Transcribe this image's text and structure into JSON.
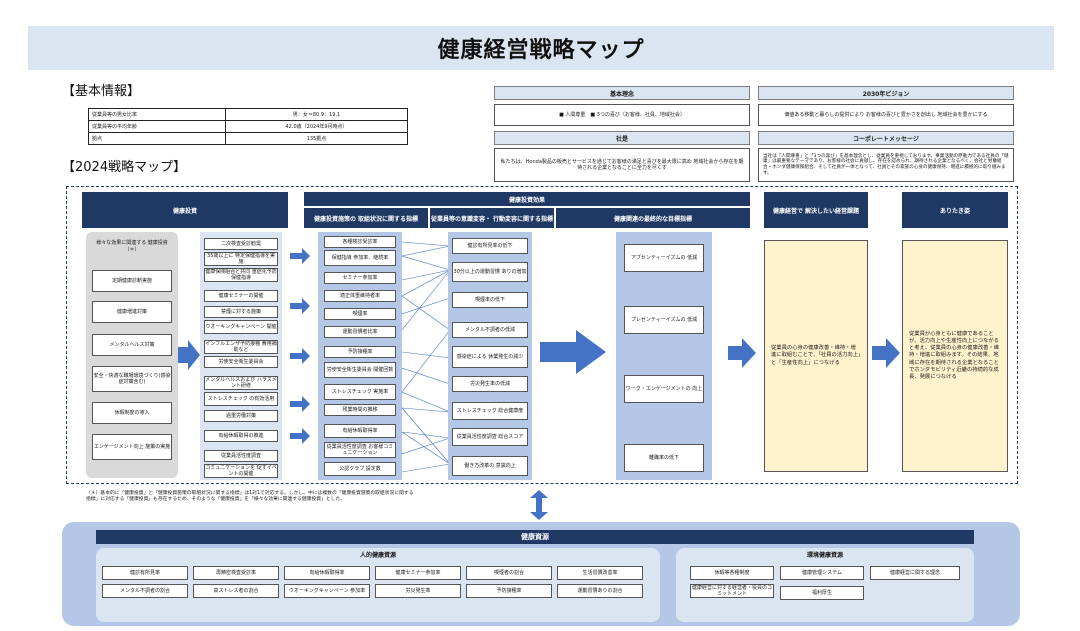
{
  "title": "健康経営戦略マップ",
  "basic_info_label": "【基本情報】",
  "strategy_map_label": "【2024戦略マップ】",
  "basic_info": [
    {
      "label": "従業員等の男女比率",
      "value": "男：女＝80.9：19.1"
    },
    {
      "label": "従業員等の平均年齢",
      "value": "42.0歳（2024年9月時点）"
    },
    {
      "label": "拠点",
      "value": "135拠点"
    }
  ],
  "philosophy": {
    "title": "基本理念",
    "text": "■ 人間尊重　■ 3つの喜び（お客様、社員、地域社会）"
  },
  "vision": {
    "title": "2030年ビジョン",
    "text": "価値ある移動と暮らしの提供により お客様の喜びと豊かさを創出し 地域社会を豊かにする"
  },
  "company_motto": {
    "title": "社是",
    "text": "私たちは、Honda製品の販売とサービスを通じてお客様の満足と喜びを最大限に高め 地域社会から存在を期待される企業となることに全力を尽くす"
  },
  "corporate_message": {
    "title": "コーポレートメッセージ",
    "text": "当社は「人間尊重」と「3つの喜び」を基本理念とし、従業員を重視しております。事業活動の原動力である社員の「健康」は最重要なテーマであり、お客様の社会に貢献し、存在を認められ、期待される企業となるべく、会社と労働組合・ホンダ健康保険組合、そして社員が一体となって、社員とその家族の心身の健康保持、増進に積極的に取り組みます。"
  },
  "headers": {
    "investment": "健康投資",
    "effect": "健康投資効果",
    "measures_indicators": "健康投資施策の 取組状況に関する指標",
    "behavior_indicators": "従業員等の意識変容・ 行動変容に関する指標",
    "final_goal": "健康関連の最終的な目標指標",
    "issue": "健康経営で 解決したい経営課題",
    "ideal": "ありたき姿"
  },
  "investment_intro": "様々な効果に関連する 健康投資（＊）",
  "investments": [
    "定期健康診断実施",
    "健康増進対策",
    "メンタルヘルス対策",
    "安全・快適な職場環境づくり(感染症対策含む)",
    "休暇制度の導入",
    "エンゲージメント向上 施策の実施"
  ],
  "measures": [
    "二次検査受診勧奨",
    "35歳以上に 特定保健指導を実施",
    "健康保険組合と共同 重症化予防保健指導",
    "健康セミナーの開催",
    "禁煙に対する施策",
    "ウオーキングキャンペーン 開催",
    "インフルエンザ予防接種 費用補助など",
    "労使安全衛生委員会",
    "メンタルヘルスおよび ハラスメント研修",
    "ストレスチェック の有効活用",
    "過重労働対策",
    "有給休暇取得の推進",
    "従業員活性度調査",
    "コミュニケーションを 促すイベントの開催"
  ],
  "measure_indicators": [
    "各種検診受診率",
    "保健指導 参加率、継続率",
    "セミナー参加率",
    "適正体重維持者率",
    "喫煙率",
    "運動習慣者比率",
    "予防接種率",
    "労使安全衛生委員会 開催回数",
    "ストレスチェック 実施率",
    "残業時間の推移",
    "有給休暇取得率",
    "従業員活性度調査 お客様コミュニケーション",
    "公認クラブ 設定数"
  ],
  "behavior_indicators": [
    "健診有所見率の低下",
    "30分以上の運動習慣 ありの増加",
    "喫煙率の低下",
    "メンタル不調者の低減",
    "感染症による 休業発生の減少",
    "労災発生率の低減",
    "ストレスチェック 総合健康度",
    "従業員活性度調査 総合スコア",
    "働き方改革の 意識向上"
  ],
  "final_goals": [
    "アブセンティーイズムの 低減",
    "プレゼンティーイズムの 低減",
    "ワーク・エンゲージメントの 向上",
    "離職率の低下"
  ],
  "issue_text": "従業員の心身の健康改善・維持・増進に取組むことで、「社員の活力向上」と「生産性向上」につなげる",
  "ideal_text": "従業員が心身ともに健康であることが、活力向上や生産性向上につながると考え、従業員の心身の健康改善・維持・増進に取組みます。その結果、地域に存在を期待される企業となることでホンダモビリティ近畿の持続的な成長、発展につなげる",
  "footnote": "（＊）基本的に「健康投資」と「健康投資施策の取組状況に関する指標」は1対1で対応する。しかし、中には複数の「健康投資施策の取組状況に関する指標」に対応する「健康投資」も存在するため、そのような「健康投資」を「様々な効果に関連する健康投資」とした。",
  "resources": {
    "title": "健康資源",
    "human_title": "人的健康資源",
    "human": [
      "健診有所見率",
      "再精密検査受診率",
      "有給休暇取得率",
      "健康セミナー参加率",
      "喫煙者の割合",
      "生活習慣改善率",
      "メンタル不調者の割合",
      "高ストレス者の割合",
      "ウオーキングキャンペーン 参加率",
      "労災発生率",
      "予防接種率",
      "運動習慣ありの割合"
    ],
    "env_title": "環境健康資源",
    "env": [
      "休暇等各種制度",
      "健康管理システム",
      "健康経営に関する理念",
      "健康経営に対する経営者・役員のコミットメント",
      "福利厚生"
    ]
  },
  "colors": {
    "navy": "#1f3864",
    "band": "#dbe5f1",
    "panel": "#b4c7e7",
    "gray": "#d9d9d9",
    "cream": "#fff2cc",
    "arrow": "#4472c4"
  }
}
